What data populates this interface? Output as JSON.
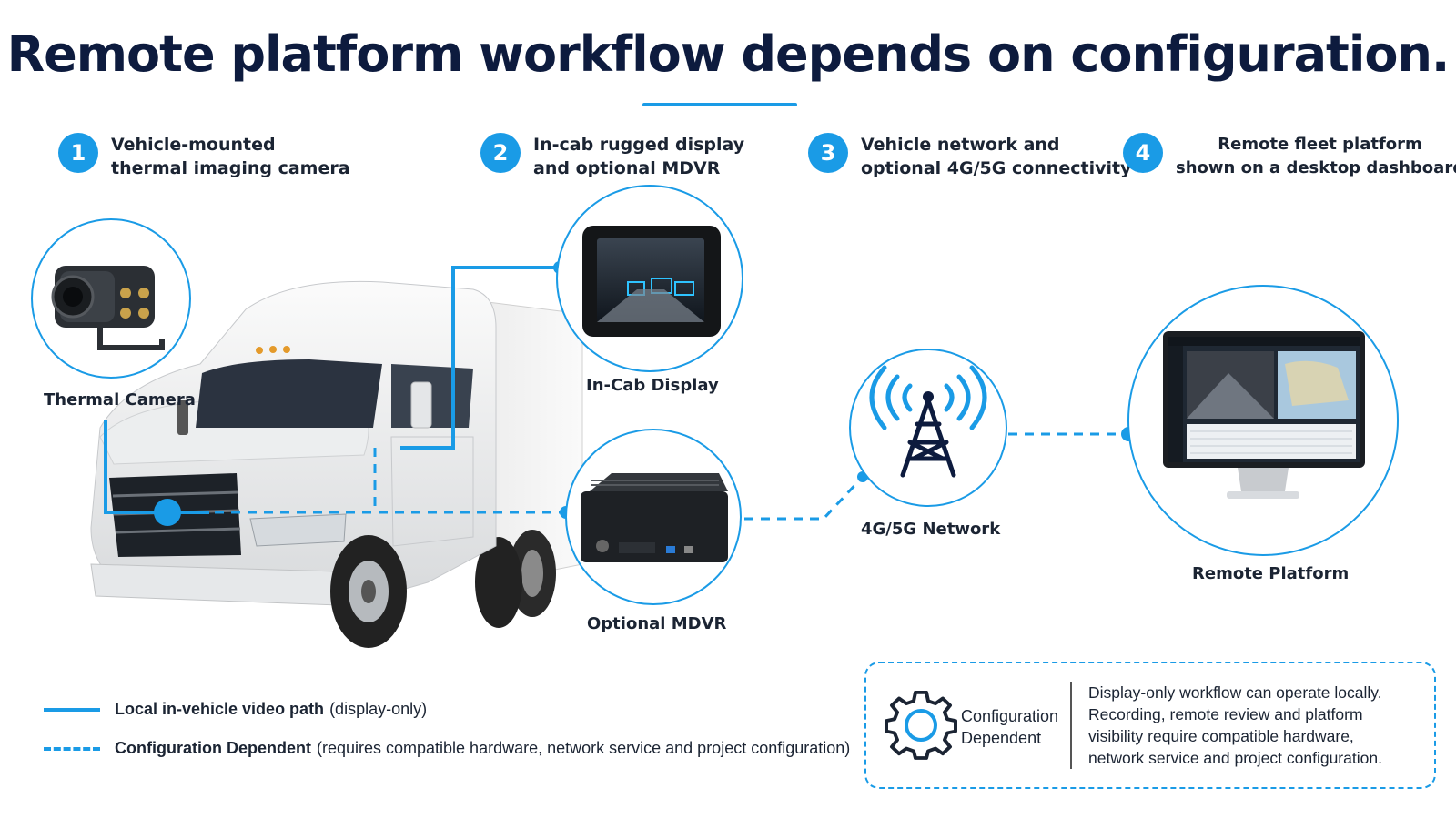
{
  "title": "Remote platform workflow depends on configuration.",
  "steps": [
    {
      "num": "1",
      "line1": "Vehicle-mounted",
      "line2": "thermal imaging camera"
    },
    {
      "num": "2",
      "line1": "In-cab rugged display",
      "line2": "and optional MDVR"
    },
    {
      "num": "3",
      "line1": "Vehicle network and",
      "line2": "optional 4G/5G connectivity"
    },
    {
      "num": "4",
      "line1": "Remote fleet platform",
      "line2": "shown on a desktop dashboard"
    }
  ],
  "nodes": {
    "thermal_camera": "Thermal Camera",
    "in_cab_display": "In-Cab Display",
    "optional_mdvr": "Optional MDVR",
    "network": "4G/5G Network",
    "remote_platform": "Remote Platform"
  },
  "legend": {
    "solid_bold": "Local in-vehicle video path",
    "solid_rest": "(display-only)",
    "dashed_bold": "Configuration Dependent",
    "dashed_rest": "(requires compatible hardware, network service and project configuration)"
  },
  "config_box": {
    "title_line1": "Configuration",
    "title_line2": "Dependent",
    "desc": [
      "Display-only workflow can operate locally.",
      "Recording, remote review and platform",
      "visibility require compatible hardware,",
      "network service and project configuration."
    ]
  },
  "colors": {
    "accent": "#1a9be6",
    "title": "#0d1b3e",
    "text": "#1b2433"
  },
  "icons": [
    "gear-icon",
    "cell-tower-icon",
    "thermal-camera-icon",
    "rugged-display-icon",
    "mdvr-icon",
    "desktop-monitor-icon",
    "truck-image"
  ]
}
